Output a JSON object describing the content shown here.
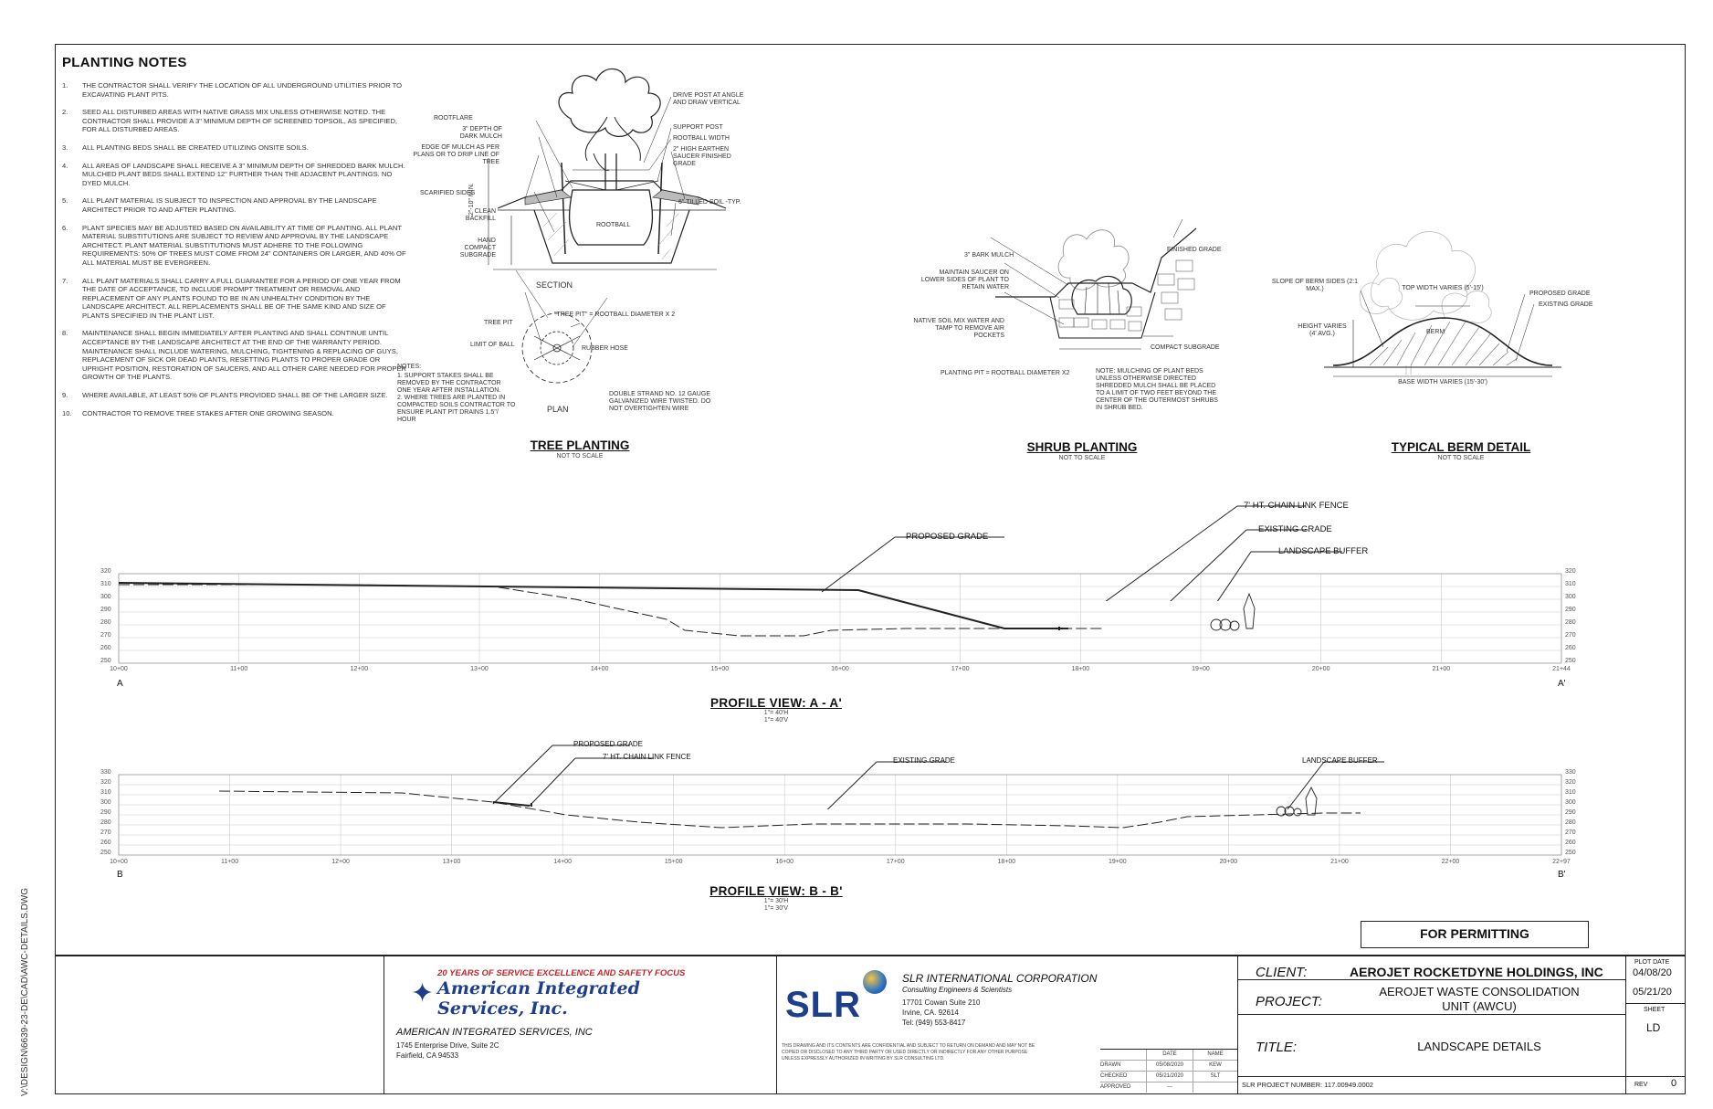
{
  "drawing_path": "V:\\DESIGN\\6639-23-DE\\CAD\\AWC-DETAILS.DWG",
  "planting_notes": {
    "title": "PLANTING NOTES",
    "items": [
      {
        "n": "1.",
        "text": "THE CONTRACTOR SHALL VERIFY THE LOCATION OF ALL UNDERGROUND UTILITIES PRIOR TO EXCAVATING PLANT PITS."
      },
      {
        "n": "2.",
        "text": "SEED ALL DISTURBED AREAS WITH NATIVE GRASS MIX UNLESS OTHERWISE NOTED. THE CONTRACTOR SHALL PROVIDE A 3\" MINIMUM DEPTH OF SCREENED TOPSOIL, AS SPECIFIED, FOR ALL DISTURBED AREAS."
      },
      {
        "n": "3.",
        "text": "ALL PLANTING BEDS SHALL BE CREATED UTILIZING ONSITE SOILS."
      },
      {
        "n": "4.",
        "text": "ALL AREAS OF LANDSCAPE SHALL RECEIVE A 3\" MINIMUM DEPTH OF SHREDDED BARK MULCH. MULCHED PLANT BEDS SHALL EXTEND 12\" FURTHER THAN THE ADJACENT PLANTINGS. NO DYED MULCH."
      },
      {
        "n": "5.",
        "text": "ALL PLANT MATERIAL IS SUBJECT TO INSPECTION AND APPROVAL BY THE LANDSCAPE ARCHITECT PRIOR TO AND AFTER PLANTING."
      },
      {
        "n": "6.",
        "text": "PLANT SPECIES MAY BE ADJUSTED BASED ON AVAILABILITY AT TIME OF PLANTING. ALL PLANT MATERIAL SUBSTITUTIONS ARE SUBJECT TO REVIEW AND APPROVAL BY THE LANDSCAPE ARCHITECT. PLANT MATERIAL SUBSTITUTIONS MUST ADHERE TO THE FOLLOWING REQUIREMENTS: 50% OF TREES MUST COME FROM 24\" CONTAINERS OR LARGER, AND 40% OF ALL MATERIAL MUST BE EVERGREEN."
      },
      {
        "n": "7.",
        "text": "ALL PLANT MATERIALS SHALL CARRY A FULL GUARANTEE FOR A PERIOD OF ONE YEAR FROM THE DATE OF ACCEPTANCE, TO INCLUDE PROMPT TREATMENT OR REMOVAL AND REPLACEMENT OF ANY PLANTS FOUND TO BE IN AN UNHEALTHY CONDITION BY THE LANDSCAPE ARCHITECT. ALL REPLACEMENTS SHALL BE OF THE SAME KIND AND SIZE OF PLANTS SPECIFIED IN THE PLANT LIST."
      },
      {
        "n": "8.",
        "text": "MAINTENANCE SHALL BEGIN IMMEDIATELY AFTER PLANTING AND SHALL CONTINUE UNTIL ACCEPTANCE BY THE LANDSCAPE ARCHITECT AT THE END OF THE WARRANTY PERIOD. MAINTENANCE SHALL INCLUDE WATERING, MULCHING, TIGHTENING & REPLACING OF GUYS, REPLACEMENT OF SICK OR DEAD PLANTS, RESETTING PLANTS TO PROPER GRADE OR UPRIGHT POSITION, RESTORATION OF SAUCERS, AND ALL OTHER CARE NEEDED FOR PROPER GROWTH OF THE PLANTS."
      },
      {
        "n": "9.",
        "text": "WHERE AVAILABLE, AT LEAST 50% OF PLANTS PROVIDED SHALL BE OF THE LARGER SIZE."
      },
      {
        "n": "10.",
        "text": "CONTRACTOR TO REMOVE TREE STAKES AFTER ONE GROWING SEASON."
      }
    ]
  },
  "tree_planting": {
    "title": "TREE PLANTING",
    "subtitle": "NOT TO SCALE",
    "labels": {
      "rootflare": "ROOTFLARE",
      "depth_mulch": "3\" DEPTH OF DARK MULCH",
      "edge_mulch": "EDGE OF MULCH AS PER PLANS OR TO DRIP LINE OF TREE",
      "scarified": "SCARIFIED SIDES",
      "clean_backfill": "CLEAN BACKFILL",
      "hand_compact": "HAND COMPACT SUBGRADE",
      "drive_post": "DRIVE POST AT ANGLE AND DRAW VERTICAL",
      "support_post": "SUPPORT POST",
      "rootball_width": "ROOTBALL WIDTH",
      "earthen_saucer": "2\" HIGH EARTHEN SAUCER FINISHED GRADE",
      "tilled_soil": "6\" TILLED SOIL -TYP.",
      "rootball": "ROOTBALL",
      "section": "SECTION",
      "depth_min": "2\"-10\" MIN.",
      "pit_note": "\"TREE PIT\" = ROOTBALL DIAMETER X 2",
      "tree_pit": "TREE PIT",
      "limit_of_ball": "LIMIT OF BALL",
      "rubber_hose": "RUBBER HOSE",
      "double_strand": "DOUBLE STRAND NO. 12 GAUGE GALVANIZED WIRE TWISTED. DO NOT OVERTIGHTEN WIRE",
      "plan": "PLAN",
      "notes_title": "NOTES:",
      "note1": "SUPPORT STAKES SHALL BE REMOVED BY THE CONTRACTOR ONE YEAR AFTER INSTALLATION.",
      "note2": "WHERE TREES ARE PLANTED IN COMPACTED SOILS CONTRACTOR TO ENSURE PLANT PIT DRAINS 1.5\"/ HOUR"
    }
  },
  "shrub_planting": {
    "title": "SHRUB PLANTING",
    "subtitle": "NOT TO SCALE",
    "labels": {
      "bark_mulch": "3\" BARK MULCH",
      "saucer": "MAINTAIN SAUCER ON LOWER SIDES OF PLANT TO RETAIN WATER",
      "native_soil": "NATIVE SOIL MIX WATER AND TAMP TO REMOVE AIR POCKETS",
      "finished_grade": "FINISHED GRADE",
      "compact_subgrade": "COMPACT SUBGRADE",
      "pit_note": "PLANTING PIT = ROOTBALL DIAMETER X2",
      "note": "NOTE: MULCHING OF PLANT BEDS UNLESS OTHERWISE DIRECTED SHREDDED MULCH SHALL BE PLACED TO A LIMIT OF TWO FEET BEYOND THE CENTER OF THE OUTERMOST SHRUBS IN SHRUB BED."
    }
  },
  "berm_detail": {
    "title": "TYPICAL BERM DETAIL",
    "subtitle": "NOT TO SCALE",
    "labels": {
      "slope": "SLOPE OF BERM SIDES (2:1 MAX.)",
      "top_width": "TOP WIDTH VARIES (5'-15')",
      "proposed_grade": "PROPOSED GRADE",
      "existing_grade": "EXISTING GRADE",
      "height": "HEIGHT VARIES (4' AVG.)",
      "berm": "BERM",
      "base_width": "BASE WIDTH VARIES (15'-30')"
    }
  },
  "profile_a": {
    "title": "PROFILE VIEW: A - A'",
    "scale_h": "1\"= 40'H",
    "scale_v": "1\"= 40'V",
    "start": "A",
    "end": "A'",
    "callouts": {
      "proposed": "PROPOSED GRADE",
      "fence": "7' HT. CHAIN LINK FENCE",
      "existing": "EXISTING GRADE",
      "buffer": "LANDSCAPE BUFFER"
    },
    "stations": [
      "10+00",
      "11+00",
      "12+00",
      "13+00",
      "14+00",
      "15+00",
      "16+00",
      "17+00",
      "18+00",
      "19+00",
      "20+00",
      "21+00",
      "21+44"
    ],
    "elev_left": [
      "320",
      "310",
      "300",
      "290",
      "280",
      "270",
      "260",
      "250"
    ],
    "elev_right": [
      "320",
      "310",
      "300",
      "290",
      "280",
      "270",
      "260",
      "250"
    ]
  },
  "profile_b": {
    "title": "PROFILE VIEW: B - B'",
    "scale_h": "1\"= 30'H",
    "scale_v": "1\"= 30'V",
    "start": "B",
    "end": "B'",
    "callouts": {
      "proposed": "PROPOSED GRADE",
      "fence": "7' HT. CHAIN LINK FENCE",
      "existing": "EXISTING GRADE",
      "buffer": "LANDSCAPE BUFFER"
    },
    "stations": [
      "10+00",
      "11+00",
      "12+00",
      "13+00",
      "14+00",
      "15+00",
      "16+00",
      "17+00",
      "18+00",
      "19+00",
      "20+00",
      "21+00",
      "22+00",
      "22+97"
    ],
    "elev_left": [
      "330",
      "320",
      "310",
      "300",
      "290",
      "280",
      "270",
      "260",
      "250"
    ],
    "elev_right": [
      "330",
      "320",
      "310",
      "300",
      "290",
      "280",
      "270",
      "260",
      "250"
    ]
  },
  "title_block": {
    "permit": "FOR PERMITTING",
    "ais": {
      "banner": "20 YEARS OF SERVICE EXCELLENCE AND SAFETY FOCUS",
      "script": "American Integrated Services, Inc.",
      "name": "AMERICAN INTEGRATED SERVICES, INC",
      "addr1": "1745 Enterprise Drive, Suite 2C",
      "addr2": "Fairfield, CA 94533"
    },
    "slr": {
      "logo": "SLR",
      "name": "SLR INTERNATIONAL CORPORATION",
      "tagline": "Consulting Engineers & Scientists",
      "addr1": "17701 Cowan Suite 210",
      "addr2": "Irvine, CA. 92614",
      "tel": "Tel: (949) 553-8417",
      "disclaimer": "THIS DRAWING AND ITS CONTENTS ARE CONFIDENTIAL AND SUBJECT TO RETURN ON DEMAND AND MAY NOT BE COPIED OR DISCLOSED TO ANY THIRD PARTY OR USED DIRECTLY OR INDIRECTLY FOR ANY OTHER PURPOSE UNLESS EXPRESSLY AUTHORIZED IN WRITING BY SLR CONSULTING LTD."
    },
    "sign": {
      "col_date": "DATE",
      "col_name": "NAME",
      "r1": "DRAWN",
      "r1_date": "05/08/2020",
      "r1_name": "KEW",
      "r2": "CHECKED",
      "r2_date": "05/21/2020",
      "r2_name": "SLT",
      "r3": "APPROVED",
      "r3_date": "---",
      "r3_name": ""
    },
    "client_label": "CLIENT:",
    "client": "AEROJET ROCKETDYNE HOLDINGS, INC",
    "project_label": "PROJECT:",
    "project1": "AEROJET WASTE CONSOLIDATION",
    "project2": "UNIT (AWCU)",
    "title_label": "TITLE:",
    "title": "LANDSCAPE DETAILS",
    "project_number": "SLR PROJECT NUMBER: 117.00949.0002",
    "plot_date_label": "PLOT DATE",
    "plot_date1": "04/08/20",
    "plot_date2": "05/21/20",
    "sheet_label": "SHEET",
    "sheet": "LD",
    "rev_label": "REV",
    "rev": "0"
  }
}
